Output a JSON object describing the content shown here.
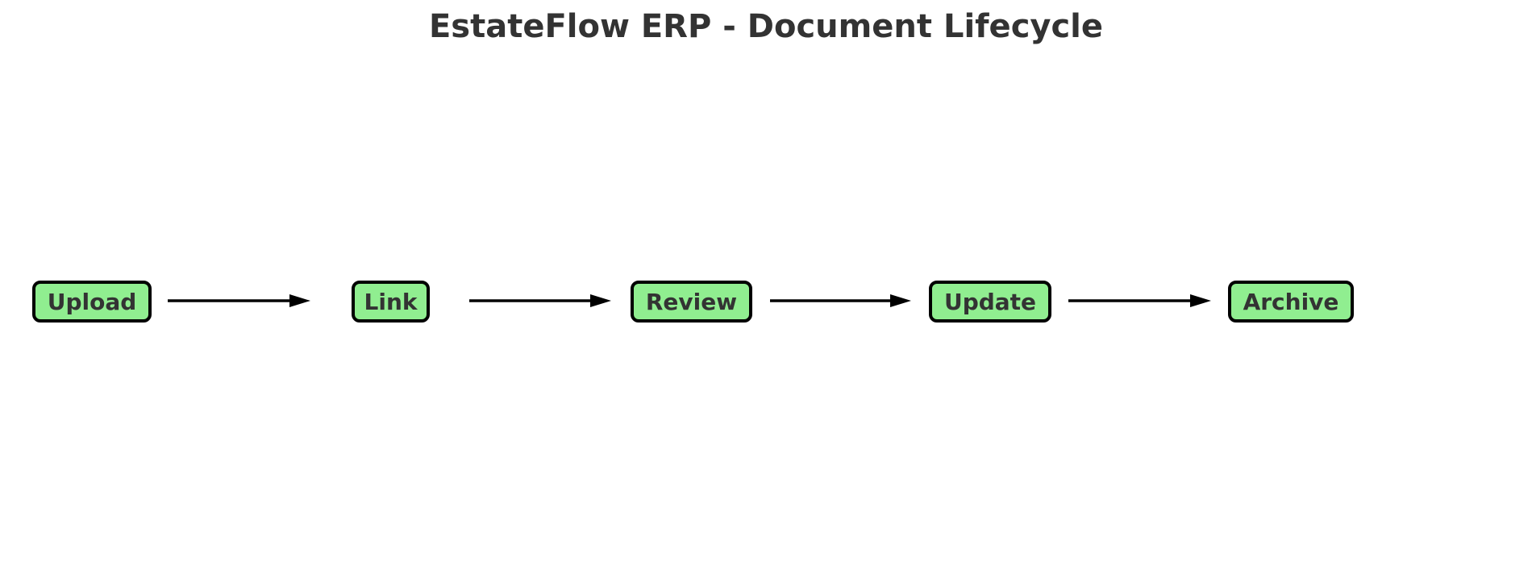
{
  "title": "EstateFlow ERP - Document Lifecycle",
  "colors": {
    "background": "#ffffff",
    "node_fill": "#90EE90",
    "node_border": "#000000",
    "node_text": "#333333",
    "title_text": "#333333",
    "arrow": "#000000"
  },
  "diagram": {
    "type": "flowchart",
    "direction": "left-to-right",
    "nodes": [
      {
        "id": "upload",
        "label": "Upload"
      },
      {
        "id": "link",
        "label": "Link"
      },
      {
        "id": "review",
        "label": "Review"
      },
      {
        "id": "update",
        "label": "Update"
      },
      {
        "id": "archive",
        "label": "Archive"
      }
    ],
    "edges": [
      {
        "from": "upload",
        "to": "link"
      },
      {
        "from": "link",
        "to": "review"
      },
      {
        "from": "review",
        "to": "update"
      },
      {
        "from": "update",
        "to": "archive"
      }
    ]
  }
}
